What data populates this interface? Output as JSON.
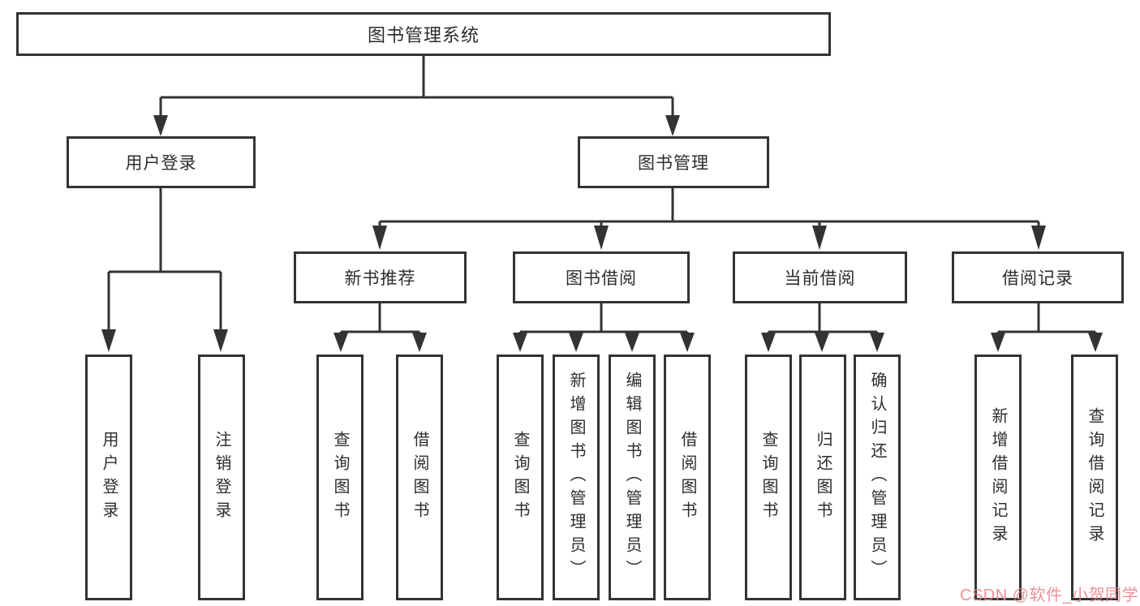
{
  "tree": {
    "root": {
      "label": "图书管理系统",
      "children": [
        {
          "label": "用户登录",
          "children": [
            {
              "label": "用户登录"
            },
            {
              "label": "注销登录"
            }
          ]
        },
        {
          "label": "图书管理",
          "children": [
            {
              "label": "新书推荐",
              "children": [
                {
                  "label": "查询图书"
                },
                {
                  "label": "借阅图书"
                }
              ]
            },
            {
              "label": "图书借阅",
              "children": [
                {
                  "label": "查询图书"
                },
                {
                  "label": "新增图书（管理员）"
                },
                {
                  "label": "编辑图书（管理员）"
                },
                {
                  "label": "借阅图书"
                }
              ]
            },
            {
              "label": "当前借阅",
              "children": [
                {
                  "label": "查询图书"
                },
                {
                  "label": "归还图书"
                },
                {
                  "label": "确认归还（管理员）"
                }
              ]
            },
            {
              "label": "借阅记录",
              "children": [
                {
                  "label": "新增借阅记录"
                },
                {
                  "label": "查询借阅记录"
                }
              ]
            }
          ]
        }
      ]
    }
  },
  "watermark": {
    "text": "CSDN @软件_小贺同学",
    "color": "#e97f88"
  },
  "colors": {
    "line": "#333333",
    "node_border": "#333333",
    "node_text": "#2d2d2d",
    "background": "#ffffff"
  }
}
